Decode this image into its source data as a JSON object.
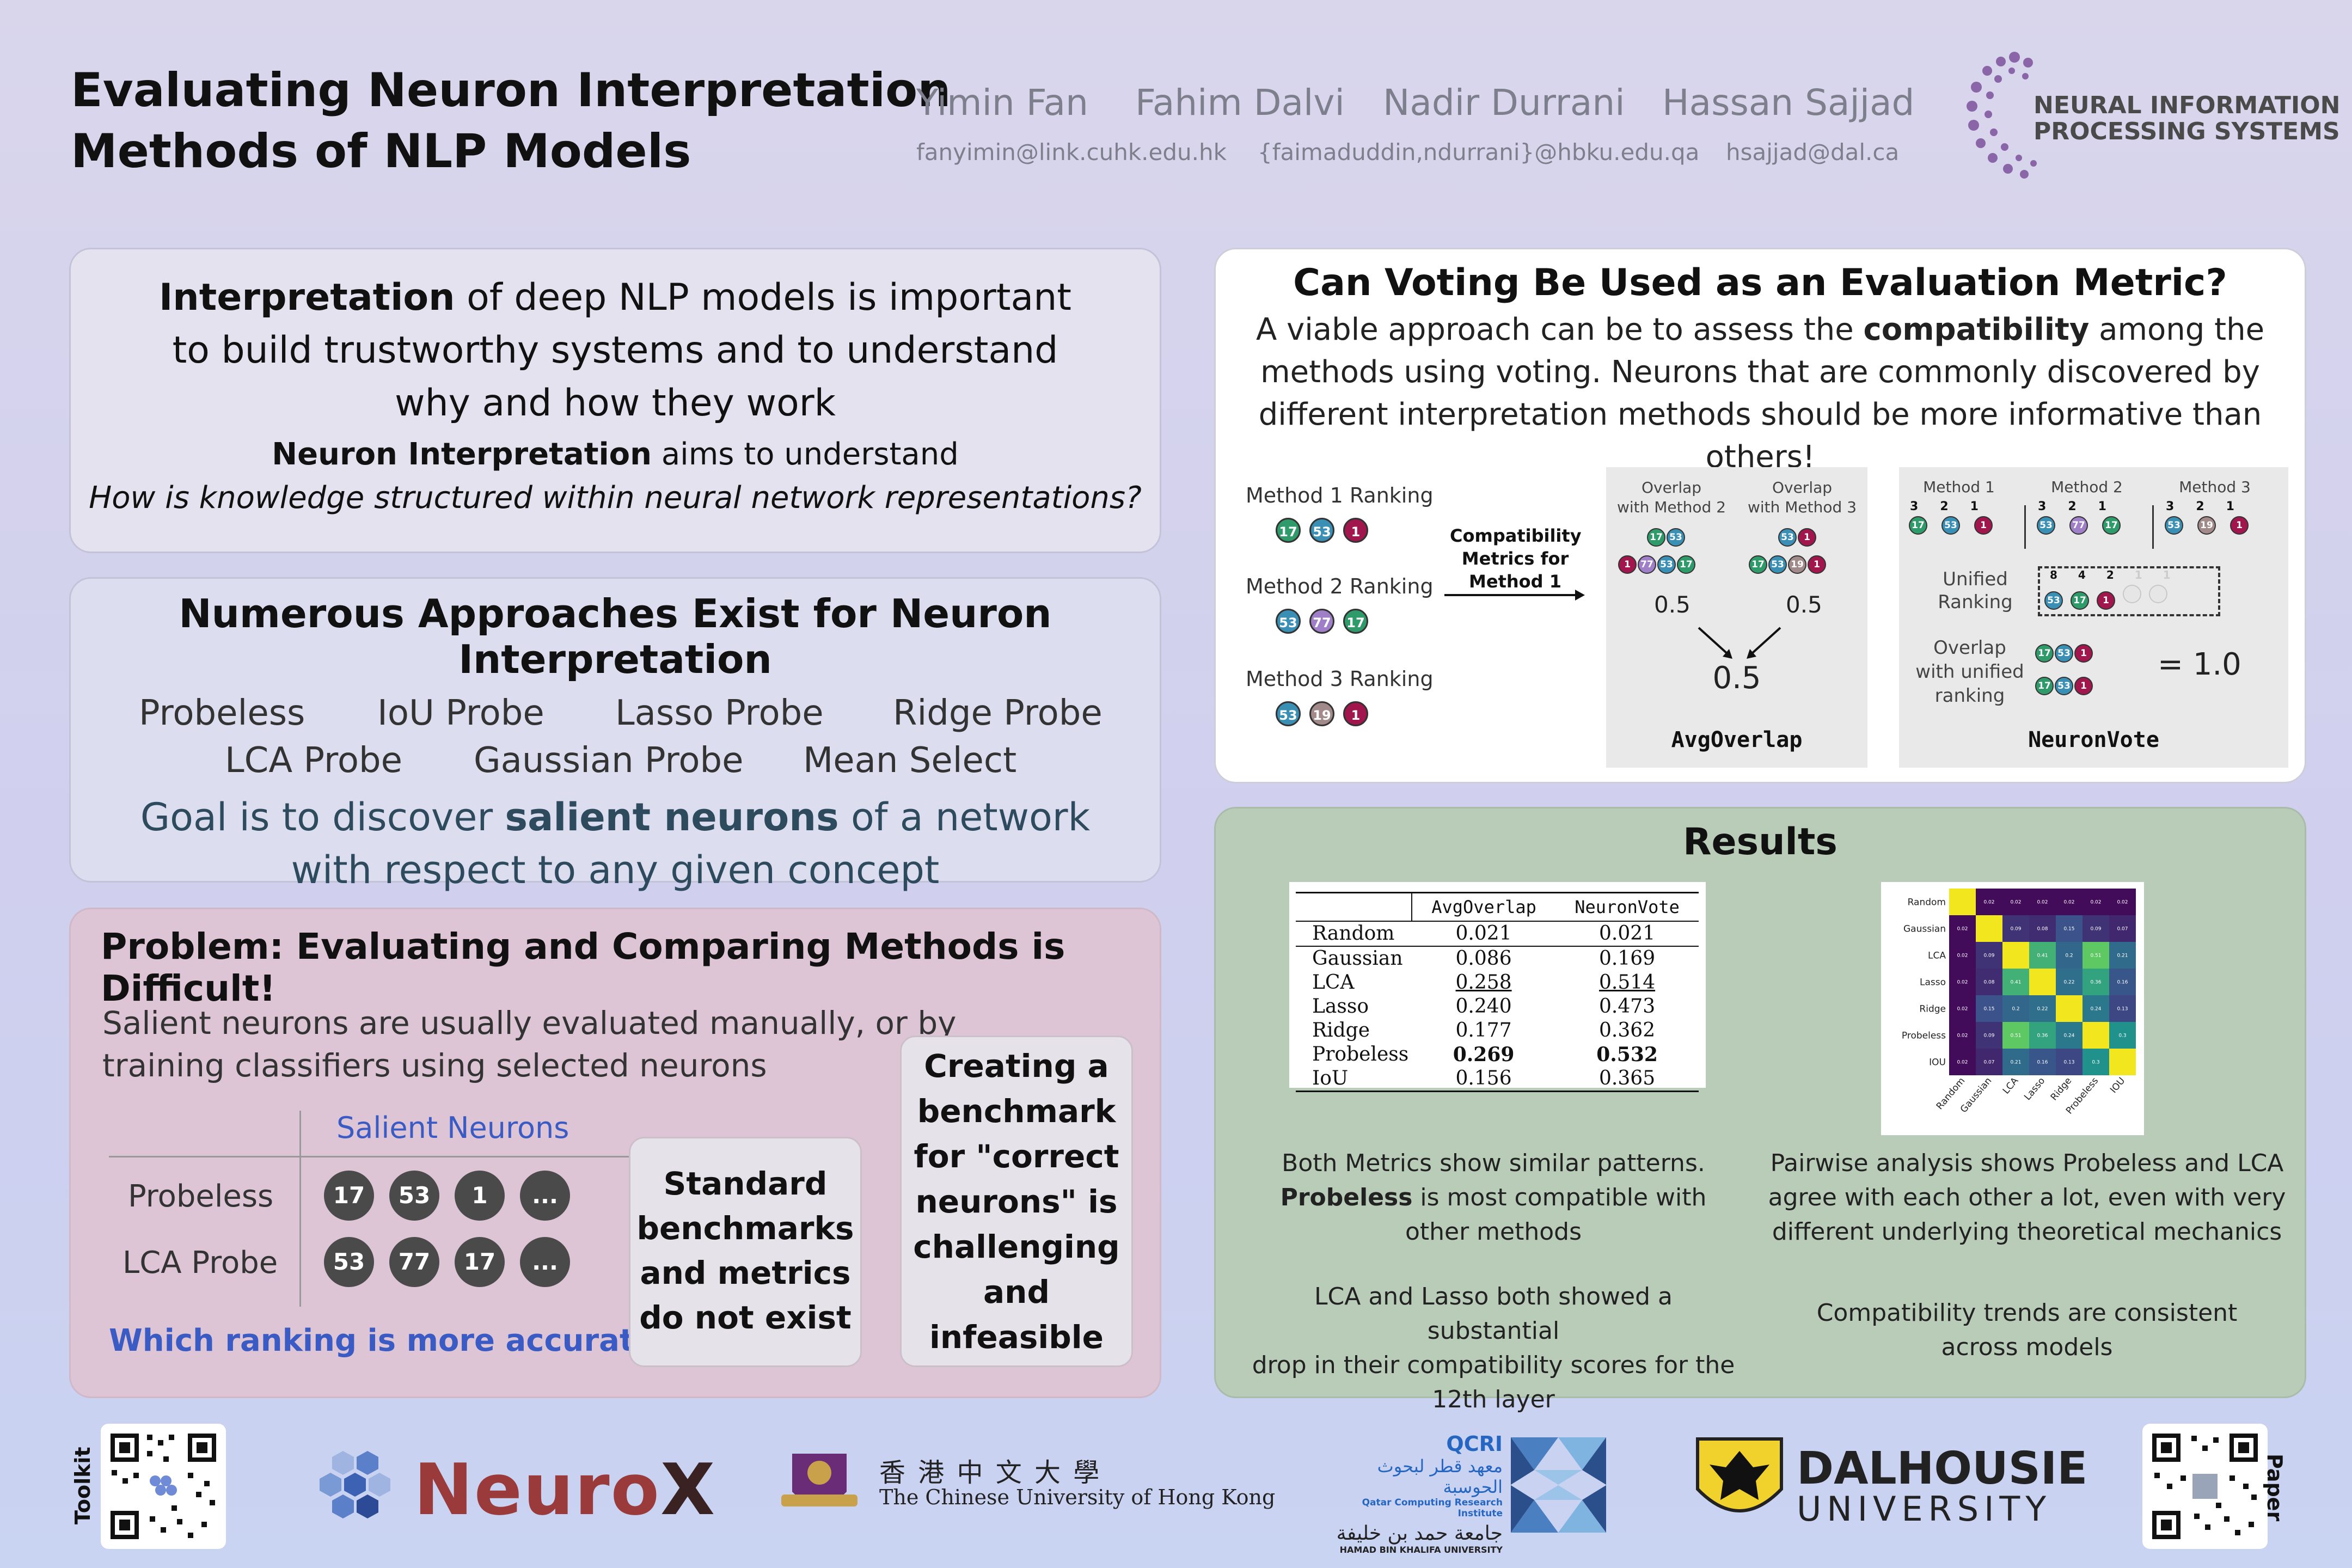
{
  "header": {
    "title_line1": "Evaluating Neuron Interpretation",
    "title_line2": "Methods of NLP Models",
    "authors": [
      "Yimin Fan",
      "Fahim Dalvi",
      "Nadir Durrani",
      "Hassan Sajjad"
    ],
    "emails": [
      "fanyimin@link.cuhk.edu.hk",
      "{faimaduddin,ndurrani}@hbku.edu.qa",
      "hsajjad@dal.ca"
    ],
    "conference_line1": "NEURAL INFORMATION",
    "conference_line2": "PROCESSING SYSTEMS"
  },
  "intro": {
    "line1_bold": "Interpretation",
    "line1_rest": " of deep NLP models is important",
    "line2": "to build trustworthy systems and to understand",
    "line3": "why and how they work",
    "line4_bold": "Neuron Interpretation",
    "line4_rest": " aims to understand",
    "line5": "How is knowledge structured within neural network representations?"
  },
  "approaches": {
    "title": "Numerous Approaches Exist for Neuron Interpretation",
    "row1": [
      "Probeless",
      "IoU Probe",
      "Lasso Probe",
      "Ridge Probe"
    ],
    "row2": [
      "LCA Probe",
      "Gaussian Probe",
      "Mean Select"
    ],
    "goal_pre": "Goal is to discover ",
    "goal_bold": "salient neurons",
    "goal_post": " of a network",
    "goal_line2": "with respect to any given concept"
  },
  "problem": {
    "title": "Problem: Evaluating and Comparing Methods is Difficult!",
    "desc_line1": "Salient neurons are usually evaluated manually, or by",
    "desc_line2": "training classifiers using selected neurons",
    "col_header": "Salient Neurons",
    "rows": [
      {
        "label": "Probeless",
        "neurons": [
          "17",
          "53",
          "1",
          "..."
        ]
      },
      {
        "label": "LCA Probe",
        "neurons": [
          "53",
          "77",
          "17",
          "..."
        ]
      }
    ],
    "question": "Which ranking is more accurate?",
    "box1": [
      "Standard",
      "benchmarks",
      "and metrics",
      "do not exist"
    ],
    "box2": [
      "Creating a",
      "benchmark",
      "for \"correct",
      "neurons\" is",
      "challenging",
      "and",
      "infeasible"
    ]
  },
  "voting": {
    "title": "Can Voting Be Used as an Evaluation Metric?",
    "line1_pre": "A viable approach can be to assess the ",
    "line1_bold": "compatibility",
    "line1_post": " among the",
    "line2": "methods using voting. Neurons that are commonly discovered by",
    "line3": "different interpretation methods should be more informative than others!",
    "rankings": [
      {
        "label": "Method 1 Ranking",
        "neurons": [
          "17",
          "53",
          "1"
        ]
      },
      {
        "label": "Method 2 Ranking",
        "neurons": [
          "53",
          "77",
          "17"
        ]
      },
      {
        "label": "Method 3 Ranking",
        "neurons": [
          "53",
          "19",
          "1"
        ]
      }
    ],
    "compat_label": [
      "Compatibility",
      "Metrics for",
      "Method 1"
    ],
    "avg": {
      "overlap2": "Overlap\nwith Method 2",
      "overlap2_l1": "Overlap",
      "overlap2_l2": "with Method 2",
      "overlap3_l1": "Overlap",
      "overlap3_l2": "with Method 3",
      "score2": "0.5",
      "score3": "0.5",
      "result": "0.5",
      "name": "AvgOverlap"
    },
    "vote": {
      "methods": [
        "Method 1",
        "Method 2",
        "Method 3"
      ],
      "votes": [
        "3",
        "2",
        "1"
      ],
      "unified_l1": "Unified",
      "unified_l2": "Ranking",
      "unified_votes": [
        "8",
        "4",
        "2",
        "1",
        "1"
      ],
      "overlap_l1": "Overlap",
      "overlap_l2": "with unified",
      "overlap_l3": "ranking",
      "result": "= 1.0",
      "name": "NeuronVote"
    }
  },
  "results": {
    "title": "Results",
    "table_headers": [
      "",
      "AvgOverlap",
      "NeuronVote"
    ],
    "table_rows": [
      [
        "Random",
        "0.021",
        "0.021"
      ],
      [
        "Gaussian",
        "0.086",
        "0.169"
      ],
      [
        "LCA",
        "0.258",
        "0.514"
      ],
      [
        "Lasso",
        "0.240",
        "0.473"
      ],
      [
        "Ridge",
        "0.177",
        "0.362"
      ],
      [
        "Probeless",
        "0.269",
        "0.532"
      ],
      [
        "IoU",
        "0.156",
        "0.365"
      ]
    ],
    "text1_line1": "Both Metrics show similar patterns.",
    "text1_bold": "Probeless",
    "text1_rest": " is most compatible with",
    "text1_line3": "other methods",
    "text2_line1": "Pairwise analysis shows Probeless and LCA",
    "text2_line2": "agree with each other a lot, even with very",
    "text2_line3": "different underlying theoretical mechanics",
    "text3_line1": "LCA and Lasso both showed a substantial",
    "text3_line2": "drop in their compatibility scores for the",
    "text3_line3": "12th layer",
    "text4_line1": "Compatibility trends are consistent",
    "text4_line2": "across models"
  },
  "chart_data": {
    "type": "heatmap",
    "title": "",
    "row_labels": [
      "Random",
      "Gaussian",
      "LCA",
      "Lasso",
      "Ridge",
      "Probeless",
      "IOU"
    ],
    "col_labels": [
      "Random",
      "Gaussian",
      "LCA",
      "Lasso",
      "Ridge",
      "Probeless",
      "IOU"
    ],
    "values": [
      [
        1.0,
        0.02,
        0.02,
        0.02,
        0.02,
        0.02,
        0.02
      ],
      [
        0.02,
        1.0,
        0.09,
        0.08,
        0.15,
        0.09,
        0.07
      ],
      [
        0.02,
        0.09,
        1.0,
        0.41,
        0.2,
        0.51,
        0.21
      ],
      [
        0.02,
        0.08,
        0.41,
        1.0,
        0.22,
        0.36,
        0.16
      ],
      [
        0.02,
        0.15,
        0.2,
        0.22,
        1.0,
        0.24,
        0.13
      ],
      [
        0.02,
        0.09,
        0.51,
        0.36,
        0.24,
        1.0,
        0.3
      ],
      [
        0.02,
        0.07,
        0.21,
        0.16,
        0.13,
        0.3,
        1.0
      ]
    ]
  },
  "footer": {
    "toolkit_label": "Toolkit",
    "paper_label": "Paper",
    "neurox_a": "Neuro",
    "neurox_b": "X",
    "cuhk_cn": "香 港 中 文 大 學",
    "cuhk_en": "The Chinese University of Hong Kong",
    "qcri_short": "QCRI",
    "qcri_ar": "معهد قطر لبحوث الحوسبة",
    "qcri_en": "Qatar Computing Research Institute",
    "hbku_ar": "جامعة حمد بن خليفة",
    "hbku_en": "HAMAD BIN KHALIFA UNIVERSITY",
    "dal1": "DALHOUSIE",
    "dal2": "UNIVERSITY"
  }
}
